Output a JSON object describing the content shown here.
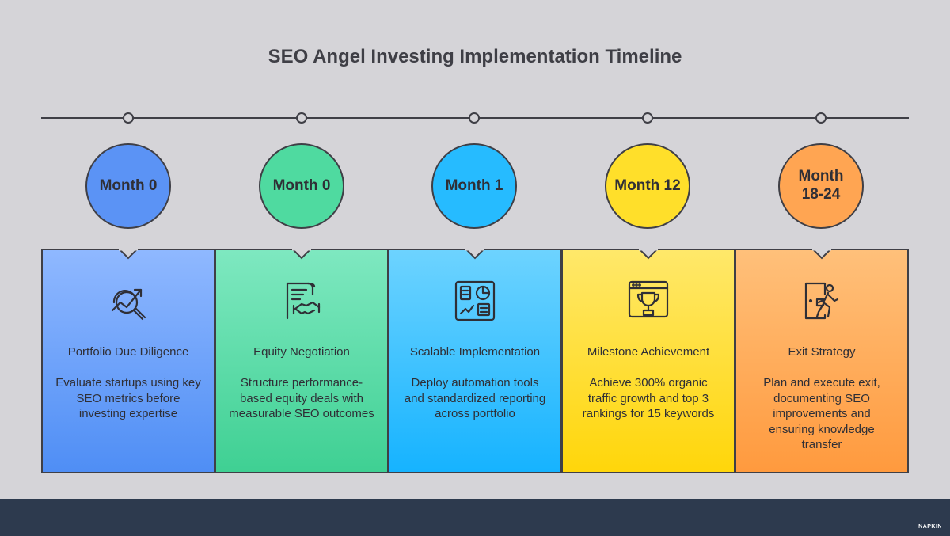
{
  "title": "SEO Angel Investing Implementation Timeline",
  "steps": [
    {
      "period": "Month 0",
      "heading": "Portfolio Due Diligence",
      "description": "Evaluate startups using key SEO metrics before investing expertise",
      "icon": "magnifier-chart-icon",
      "color_top": "#8fb8ff",
      "color_bottom": "#4f8ef5",
      "badge_color": "#5b93f5"
    },
    {
      "period": "Month 0",
      "heading": "Equity Negotiation",
      "description": "Structure performance-based equity deals with measurable SEO outcomes",
      "icon": "contract-handshake-icon",
      "color_top": "#7ee8c0",
      "color_bottom": "#3fd093",
      "badge_color": "#4fdaa0"
    },
    {
      "period": "Month 1",
      "heading": "Scalable Implementation",
      "description": "Deploy automation tools and standardized reporting across portfolio",
      "icon": "dashboard-icon",
      "color_top": "#6dd3ff",
      "color_bottom": "#16b3ff",
      "badge_color": "#26bbff"
    },
    {
      "period": "Month 12",
      "heading": "Milestone Achievement",
      "description": "Achieve 300% organic traffic growth and top 3 rankings for 15 keywords",
      "icon": "trophy-browser-icon",
      "color_top": "#ffe86a",
      "color_bottom": "#ffd60a",
      "badge_color": "#ffdf2a"
    },
    {
      "period": "Month 18-24",
      "heading": "Exit Strategy",
      "description": "Plan and execute exit, documenting SEO improvements and ensuring knowledge transfer",
      "icon": "exit-door-icon",
      "color_top": "#ffc07a",
      "color_bottom": "#ff9a3e",
      "badge_color": "#ffa552"
    }
  ],
  "footer": {
    "brand": "NAPKIN"
  }
}
